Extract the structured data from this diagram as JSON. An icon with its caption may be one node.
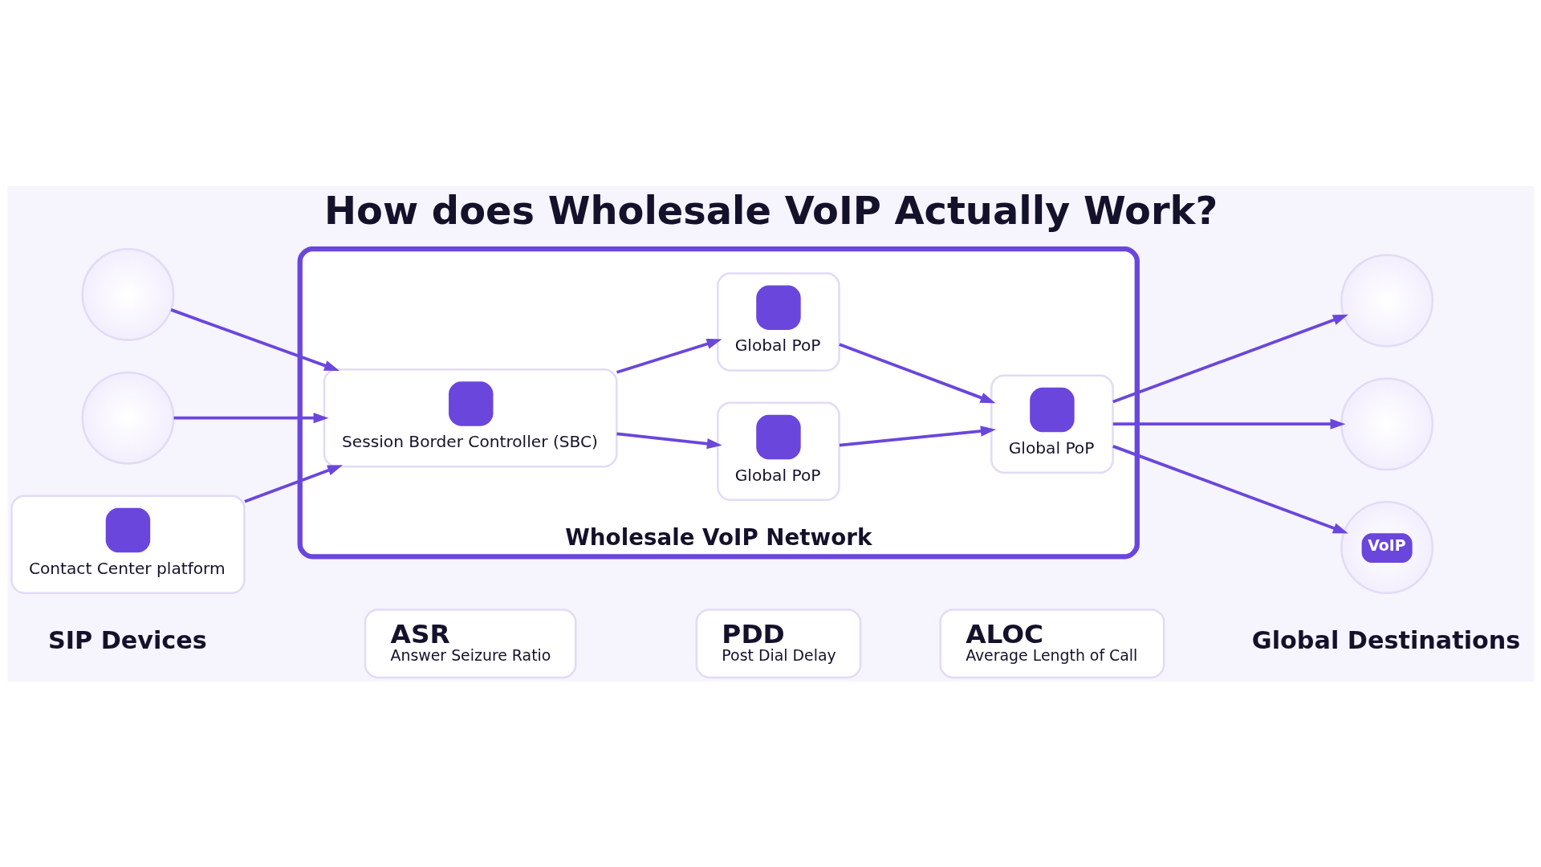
{
  "diagram": {
    "title": "How does Wholesale VoIP Actually Work?",
    "nodes": [
      {
        "text": [],
        "shape": "circle"
      },
      {
        "text": [],
        "shape": "circle"
      },
      {
        "text": [
          "Contact Center platform"
        ]
      },
      {
        "text": [
          "Wholesale VoIP Network"
        ]
      },
      {
        "text": [
          "Session Border Controller (SBC)"
        ],
        "in": 3
      },
      {
        "text": [
          "Global PoP"
        ],
        "in": 3
      },
      {
        "text": [
          "Global PoP"
        ],
        "in": 3
      },
      {
        "text": [
          "Global PoP"
        ],
        "in": 3
      },
      {
        "text": [],
        "shape": "circle"
      },
      {
        "text": [],
        "shape": "circle"
      },
      {
        "text": [
          "VoIP"
        ]
      },
      {
        "text": [
          "ASR",
          "Answer Seizure Ratio"
        ]
      },
      {
        "text": [
          "PDD",
          "Post Dial Delay"
        ]
      },
      {
        "text": [
          "ALOC",
          "Average Length of Call"
        ]
      }
    ],
    "edges": [
      {
        "from": 0,
        "to": 4,
        "arrow": "to"
      },
      {
        "from": 1,
        "to": 4,
        "arrow": "to"
      },
      {
        "from": 2,
        "to": 4,
        "arrow": "to"
      },
      {
        "from": 4,
        "to": 5,
        "arrow": "to"
      },
      {
        "from": 4,
        "to": 6,
        "arrow": "to"
      },
      {
        "from": 5,
        "to": 7,
        "arrow": "to"
      },
      {
        "from": 6,
        "to": 7,
        "arrow": "to"
      },
      {
        "from": 7,
        "to": 8,
        "arrow": "to"
      },
      {
        "from": 7,
        "to": 9,
        "arrow": "to"
      },
      {
        "from": 7,
        "to": 10,
        "arrow": "to"
      }
    ],
    "labels": [
      "SIP Devices",
      "Global Destinations"
    ]
  }
}
